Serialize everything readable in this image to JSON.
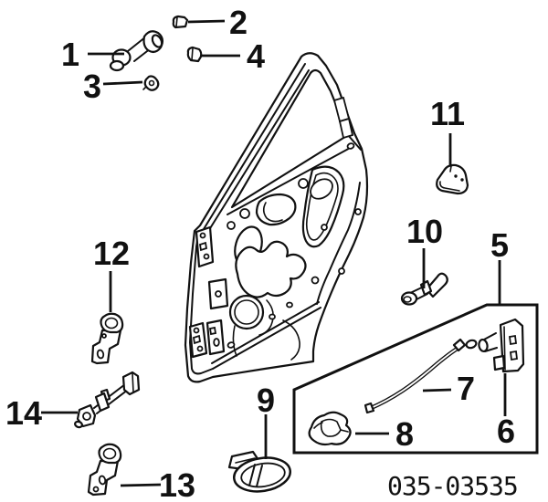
{
  "colors": {
    "line": "#111111",
    "background": "#ffffff"
  },
  "part_code": "035-03535",
  "callouts": [
    {
      "label": "1"
    },
    {
      "label": "2"
    },
    {
      "label": "3"
    },
    {
      "label": "4"
    },
    {
      "label": "5"
    },
    {
      "label": "6"
    },
    {
      "label": "7"
    },
    {
      "label": "8"
    },
    {
      "label": "9"
    },
    {
      "label": "10"
    },
    {
      "label": "11"
    },
    {
      "label": "12"
    },
    {
      "label": "13"
    },
    {
      "label": "14"
    }
  ]
}
